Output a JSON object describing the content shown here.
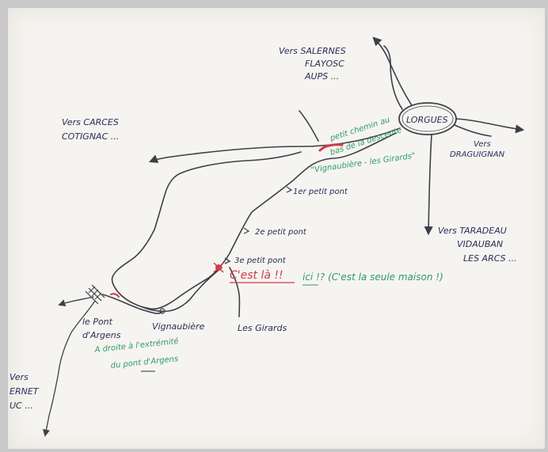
{
  "labels": {
    "vers_salernes_1": "Vers SALERNES",
    "vers_salernes_2": "FLAYOSC",
    "vers_salernes_3": "AUPS ...",
    "lorgues": "LORGUES",
    "vers_draguignan_1": "Vers",
    "vers_draguignan_2": "DRAGUIGNAN",
    "vers_carces_1": "Vers CARCES",
    "vers_carces_2": "COTIGNAC ...",
    "vers_taradeau_1": "Vers TARADEAU",
    "vers_taradeau_2": "VIDAUBAN",
    "vers_taradeau_3": "LES ARCS ...",
    "petit_chemin_1": "petit chemin au",
    "petit_chemin_2": "bas de la descente",
    "petit_chemin_3": "\"Vignaubière - les Girards\"",
    "pont1": "1er petit pont",
    "pont2": "2e petit pont",
    "pont3": "3e petit pont",
    "cest_la": "C'est là !!",
    "cest_la_note": "ici !? (C'est la seule maison !)",
    "le_pont_1": "le Pont",
    "le_pont_2": "d'Argens",
    "vignaubiere": "Vignaubière",
    "girards": "Les Girards",
    "a_droite_1": "A droite à l'extrémité",
    "a_droite_2": "du pont d'Argens",
    "vers_sw_1": "Vers",
    "vers_sw_2": "ERNET",
    "vers_sw_3": "UC ..."
  },
  "colors": {
    "ink_blue": "#2a2d5a",
    "ink_green": "#2f9a6b",
    "ink_red": "#d03a4a",
    "road": "#3d3f4a",
    "paper": "#f6f4f0",
    "border": "#c9c9c9"
  }
}
